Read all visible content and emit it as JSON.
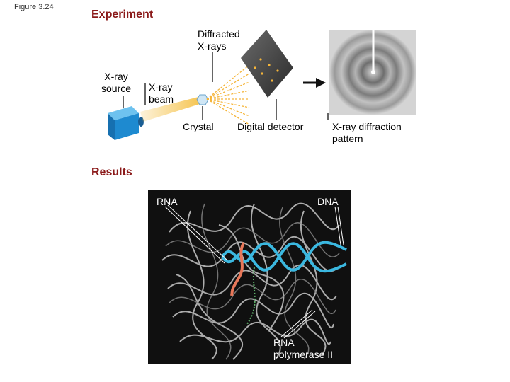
{
  "figure_label": "Figure 3.24",
  "experiment": {
    "heading": "Experiment",
    "labels": {
      "diffracted_xrays_line1": "Diffracted",
      "diffracted_xrays_line2": "X-rays",
      "xray_source_line1": "X-ray",
      "xray_source_line2": "source",
      "xray_beam_line1": "X-ray",
      "xray_beam_line2": "beam",
      "crystal": "Crystal",
      "digital_detector": "Digital detector",
      "diffraction_pattern_line1": "X-ray diffraction",
      "diffraction_pattern_line2": "pattern"
    }
  },
  "results": {
    "heading": "Results",
    "labels": {
      "rna": "RNA",
      "dna": "DNA",
      "rna_polymerase_line1": "RNA",
      "rna_polymerase_line2": "polymerase II"
    }
  },
  "colors": {
    "heading": "#8b1a1a",
    "source_box": "#1e8ad0",
    "dna_helix": "#3bb8e0",
    "rna_strand": "#e8785a",
    "beam": "#f5c24a"
  }
}
